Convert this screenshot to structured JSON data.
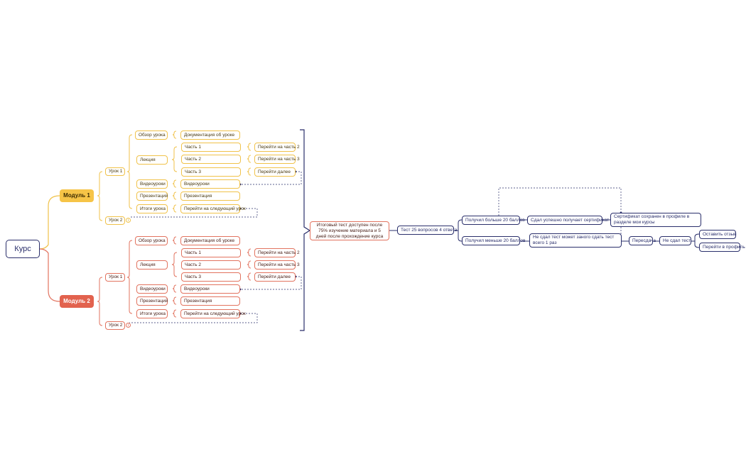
{
  "root": {
    "label": "Курс"
  },
  "colors": {
    "module1": "#f6c447",
    "module2": "#e2624e",
    "navy": "#2a2f6b",
    "yellow_line": "#f0c24a",
    "red_line": "#e2735f"
  },
  "modules": [
    {
      "label": "Модуль 1",
      "lesson1": {
        "label": "Урок 1",
        "overview": "Обзор урока",
        "overview_doc": "Документация об уроке",
        "lecture": "Лекция",
        "parts": [
          "Часть 1",
          "Часть 2",
          "Часть 3"
        ],
        "part_links": [
          "Перейти на часть 2",
          "Перейти на часть 3",
          "Перейти далее"
        ],
        "video": "Видеоуроки",
        "video_item": "Видеоуроки",
        "presentation": "Презентаций",
        "presentation_item": "Презентация",
        "results": "Итоги урока",
        "results_item": "Перейти на следующий урок"
      },
      "lesson2": {
        "label": "Урок 2",
        "info_icon": "i"
      }
    },
    {
      "label": "Модуль 2",
      "lesson1": {
        "label": "Урок 1",
        "overview": "Обзор урока",
        "overview_doc": "Документация об уроке",
        "lecture": "Лекция",
        "parts": [
          "Часть 1",
          "Часть 2",
          "Часть 3"
        ],
        "part_links": [
          "Перейти на часть 2",
          "Перейти на часть 3",
          "Перейти далее"
        ],
        "video": "Видеоуроки",
        "video_item": "Видеоуроки",
        "presentation": "Презентаций",
        "presentation_item": "Презентация",
        "results": "Итоги урока",
        "results_item": "Перейти на следующий урок"
      },
      "lesson2": {
        "label": "Урок 2",
        "info_icon": "i"
      }
    }
  ],
  "final": {
    "test_available": "Итоговый тест доступен после 75% изучение материала и 5 дней после прохождение курса",
    "test_format": "Тест 25 вопросов 4 ответа",
    "more_20": "Получил больше 20 баллов",
    "passed": "Сдал успешно получает сертификат",
    "certificate": "Сертификат сохранен в профиле в разделе мои курсы",
    "less_20": "Получил меньше 20 баллов",
    "retake": "Не сдал тест может заного сдать тест всего 1 раз",
    "retake_short": "Пересдача",
    "failed": "Не сдал тест",
    "feedback": "Оставить отзыв",
    "profile": "Перейти в профиль"
  }
}
